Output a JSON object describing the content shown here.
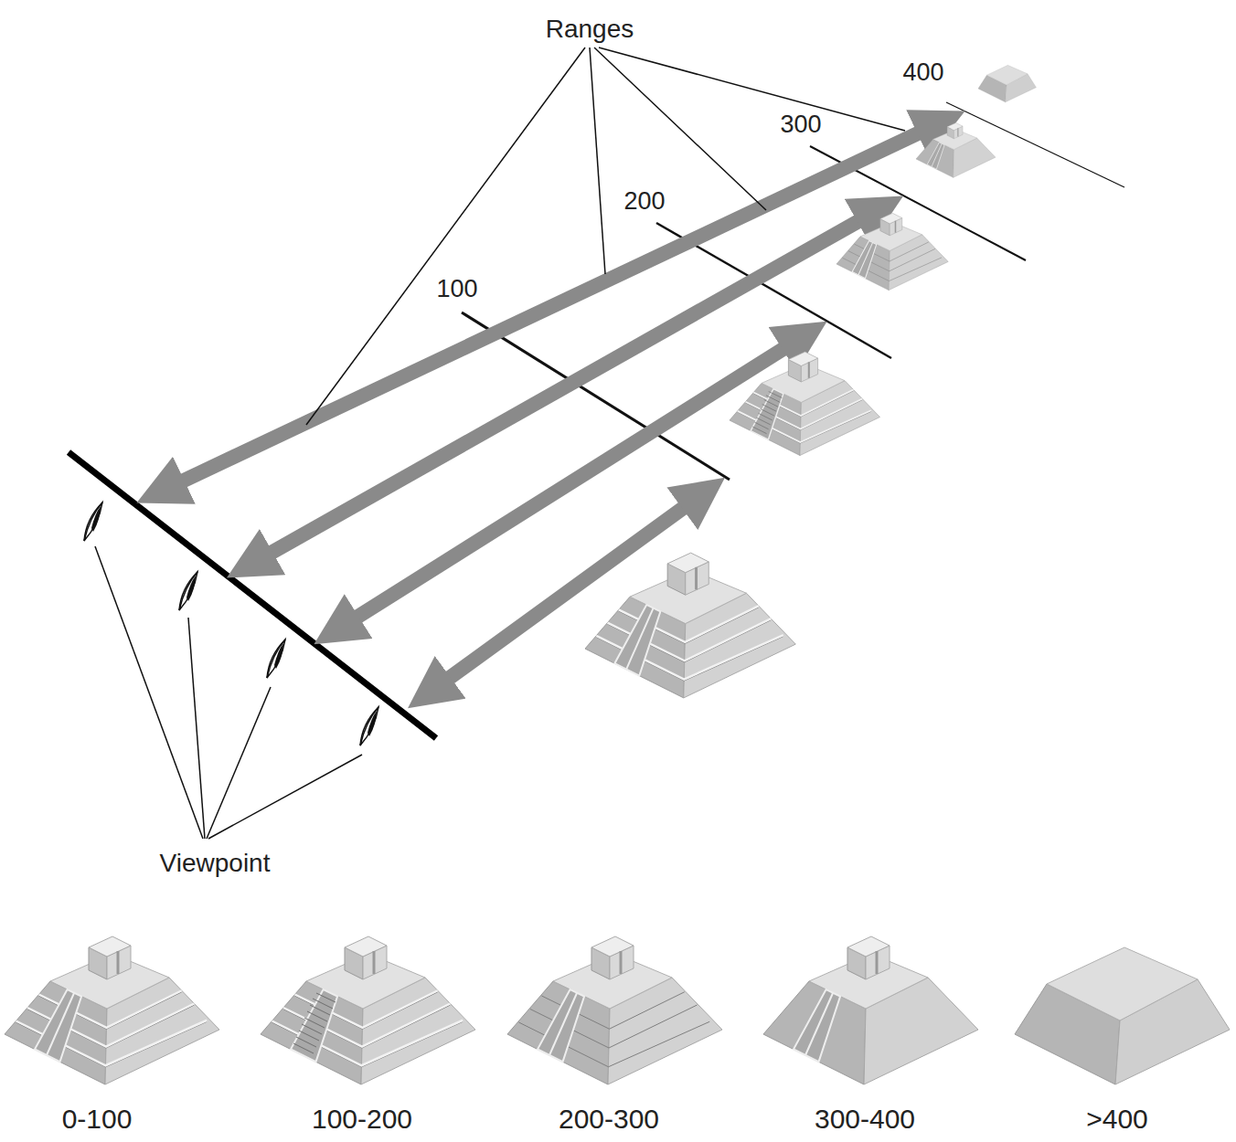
{
  "diagram": {
    "labels": [
      "Ranges",
      "400",
      "300",
      "200",
      "100",
      "Viewpoint",
      "0-100",
      "100-200",
      "200-300",
      "300-400",
      ">400"
    ]
  }
}
